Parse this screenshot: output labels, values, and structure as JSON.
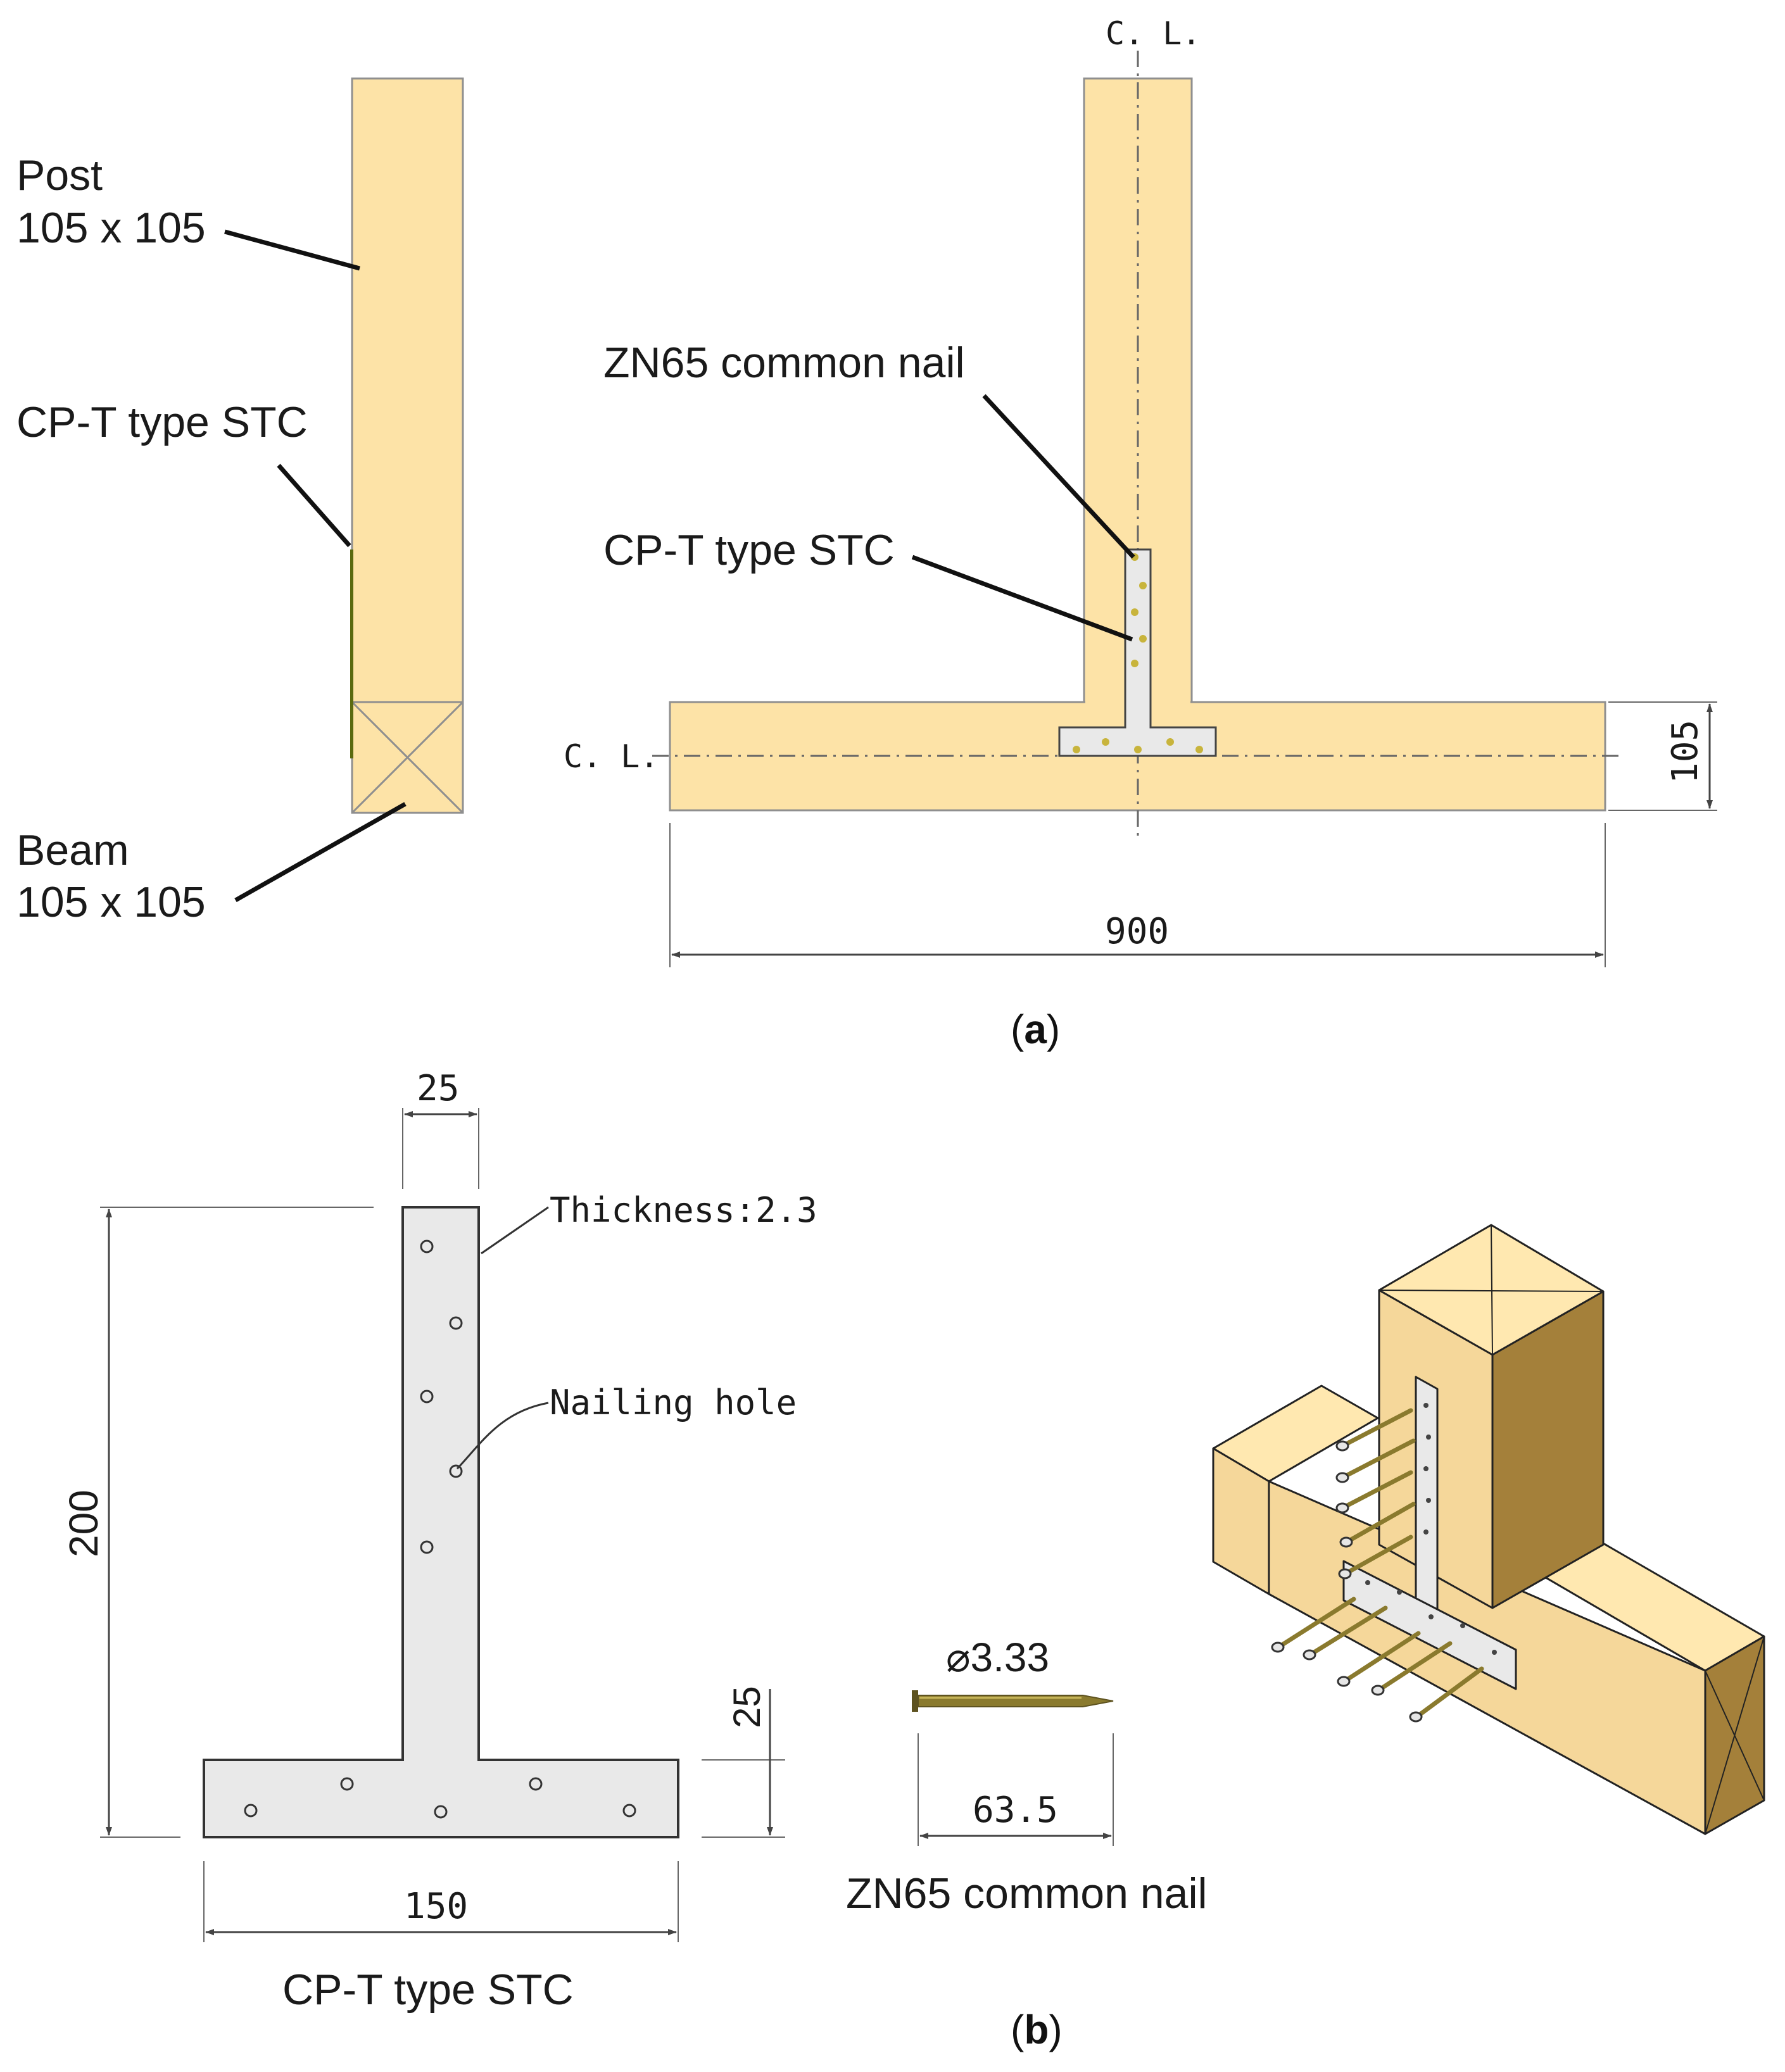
{
  "colors": {
    "wood": "#FDE3A7",
    "wood_top": "#FFE8B0",
    "wood_side_front": "#F5D79A",
    "wood_dark": "#A4803A",
    "steel": "#E9E9E9",
    "nail": "#8A7A2E",
    "nail_dot": "#C8B43C",
    "line": "#1a1a1a",
    "dim": "#444444"
  },
  "panel_a": {
    "caption_open": "(",
    "caption_letter": "a",
    "caption_close": ")",
    "side_view": {
      "post_label_line1": "Post",
      "post_label_line2": "105 x 105",
      "connector_label": "CP-T type STC",
      "beam_label_line1": "Beam",
      "beam_label_line2": "105 x 105"
    },
    "front_view": {
      "centerline_top": "C. L.",
      "centerline_left": "C. L.",
      "nail_label": "ZN65 common nail",
      "connector_label": "CP-T type STC",
      "dim_height": "105",
      "dim_width": "900"
    }
  },
  "panel_b": {
    "caption_open": "(",
    "caption_letter": "b",
    "caption_close": ")",
    "plate": {
      "dim_top_width": "25",
      "thickness_label": "Thickness:2.3",
      "hole_label": "Nailing hole",
      "dim_height": "200",
      "dim_flange": "25",
      "dim_width": "150",
      "title": "CP-T type STC"
    },
    "nail": {
      "diameter": "⌀3.33",
      "length": "63.5",
      "title": "ZN65 common nail"
    },
    "isometric": {
      "icon": "post-beam-joint-isometric-icon"
    }
  }
}
